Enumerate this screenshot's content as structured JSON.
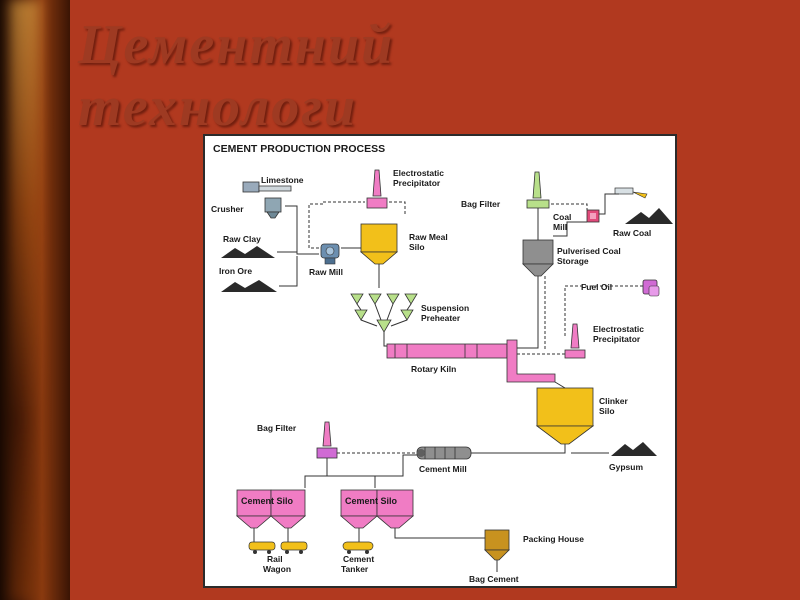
{
  "slide": {
    "title_line1": "Цементний",
    "title_line2": "технологи"
  },
  "diagram": {
    "header": "CEMENT PRODUCTION PROCESS",
    "labels": {
      "limestone": "Limestone",
      "crusher": "Crusher",
      "raw_clay": "Raw Clay",
      "iron_ore": "Iron Ore",
      "raw_mill": "Raw Mill",
      "esp_top_1": "Electrostatic",
      "esp_top_2": "Precipitator",
      "raw_meal_1": "Raw Meal",
      "raw_meal_2": "Silo",
      "preheater_1": "Suspension",
      "preheater_2": "Preheater",
      "rotary_kiln": "Rotary Kiln",
      "bag_filter_top": "Bag Filter",
      "coal_mill_1": "Coal",
      "coal_mill_2": "Mill",
      "raw_coal": "Raw Coal",
      "pulv_coal_1": "Pulverised Coal",
      "pulv_coal_2": "Storage",
      "fuel_oil": "Fuel Oil",
      "esp_right_1": "Electrostatic",
      "esp_right_2": "Precipitator",
      "clinker_1": "Clinker",
      "clinker_2": "Silo",
      "bag_filter_bottom": "Bag Filter",
      "cement_mill": "Cement Mill",
      "gypsum": "Gypsum",
      "cement_silo_left": "Cement Silo",
      "cement_silo_right": "Cement Silo",
      "rail_1": "Rail",
      "rail_2": "Wagon",
      "tanker_1": "Cement",
      "tanker_2": "Tanker",
      "packing_house": "Packing House",
      "bag_cement": "Bag Cement"
    }
  },
  "colors": {
    "background": "#b1391f",
    "yellow_silo": "#f2c01a",
    "pink_equipment": "#f07cc4",
    "grey_storage": "#8f8f8f",
    "green_preheater": "#b8e08a",
    "brown_packing": "#c8921f"
  }
}
